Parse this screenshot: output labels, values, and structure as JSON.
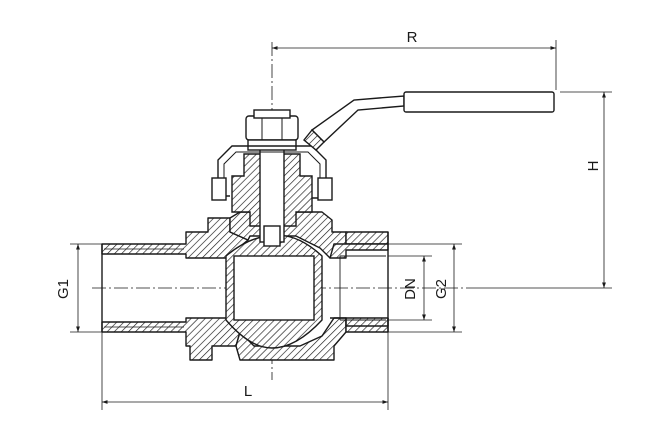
{
  "drawing": {
    "labels": {
      "R": "R",
      "H": "H",
      "G1": "G1",
      "DN": "DN",
      "G2": "G2",
      "L": "L"
    },
    "colors": {
      "line": "#1a1a1a",
      "background": "#ffffff"
    }
  }
}
